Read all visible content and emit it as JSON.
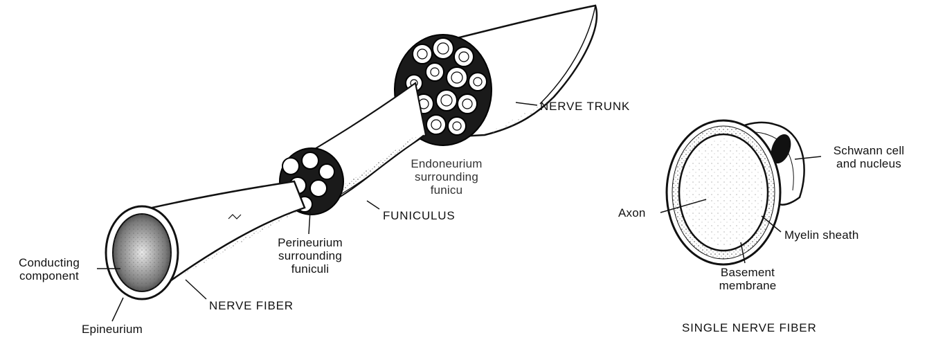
{
  "labels": {
    "nerve_trunk": "NERVE TRUNK",
    "endoneurium": [
      "Endoneurium",
      "surrounding",
      "funicu"
    ],
    "funiculus": "FUNICULUS",
    "perineurium": [
      "Perineurium",
      "surrounding",
      "funiculi"
    ],
    "conducting_component": [
      "Conducting",
      "component"
    ],
    "nerve_fiber": "NERVE FIBER",
    "epineurium": "Epineurium",
    "schwann_cell": [
      "Schwann cell",
      "and nucleus"
    ],
    "axon": "Axon",
    "myelin_sheath": "Myelin sheath",
    "basement_membrane": [
      "Basement",
      "membrane"
    ],
    "single_nerve_fiber": "SINGLE NERVE FIBER"
  }
}
